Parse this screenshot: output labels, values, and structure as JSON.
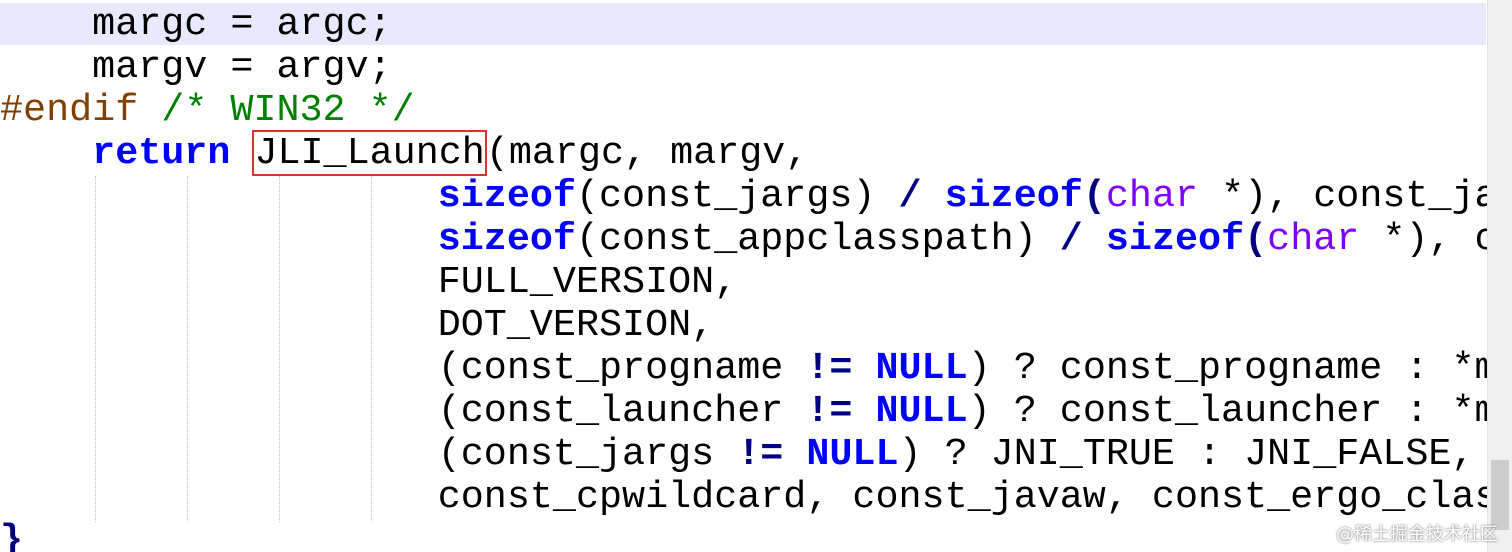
{
  "code": {
    "line1": {
      "indent": "    ",
      "text": "margc = argc;"
    },
    "line2": {
      "indent": "    ",
      "text": "margv = argv;"
    },
    "line3": {
      "directive": "#endif",
      "comment": "/* WIN32 */"
    },
    "line4": {
      "indent": "    ",
      "keyword": "return",
      "func": "JLI_Launch",
      "rest": "(margc, margv,"
    },
    "line5": {
      "indent": "                   ",
      "kw1": "sizeof",
      "a": "(const_jargs) ",
      "op1": "/",
      "kw2": "sizeof",
      "p": "(",
      "type": "char",
      "b": " *), const_ja"
    },
    "line6": {
      "indent": "                   ",
      "kw1": "sizeof",
      "a": "(const_appclasspath) ",
      "op1": "/",
      "kw2": "sizeof",
      "p": "(",
      "type": "char",
      "b": " *), c"
    },
    "line7": {
      "indent": "                   ",
      "text": "FULL_VERSION,"
    },
    "line8": {
      "indent": "                   ",
      "text": "DOT_VERSION,"
    },
    "line9": {
      "indent": "                   ",
      "a": "(const_progname ",
      "op": "!=",
      "sp": " ",
      "null": "NULL",
      "b": ") ? const_progname : *m"
    },
    "line10": {
      "indent": "                   ",
      "a": "(const_launcher ",
      "op": "!=",
      "sp": " ",
      "null": "NULL",
      "b": ") ? const_launcher : *m"
    },
    "line11": {
      "indent": "                   ",
      "a": "(const_jargs ",
      "op": "!=",
      "sp": " ",
      "null": "NULL",
      "b": ") ? JNI_TRUE : JNI_FALSE,"
    },
    "line12": {
      "indent": "                   ",
      "text": "const_cpwildcard, const_javaw, const_ergo_clas"
    },
    "line13": {
      "text": "}"
    }
  },
  "watermark": "@稀土掘金技术社区",
  "colors": {
    "preprocessor": "#804000",
    "comment": "#008000",
    "keyword": "#0000ff",
    "type": "#8000ff",
    "current_line": "#e8e8ff",
    "highlight_box": "#e03030"
  }
}
